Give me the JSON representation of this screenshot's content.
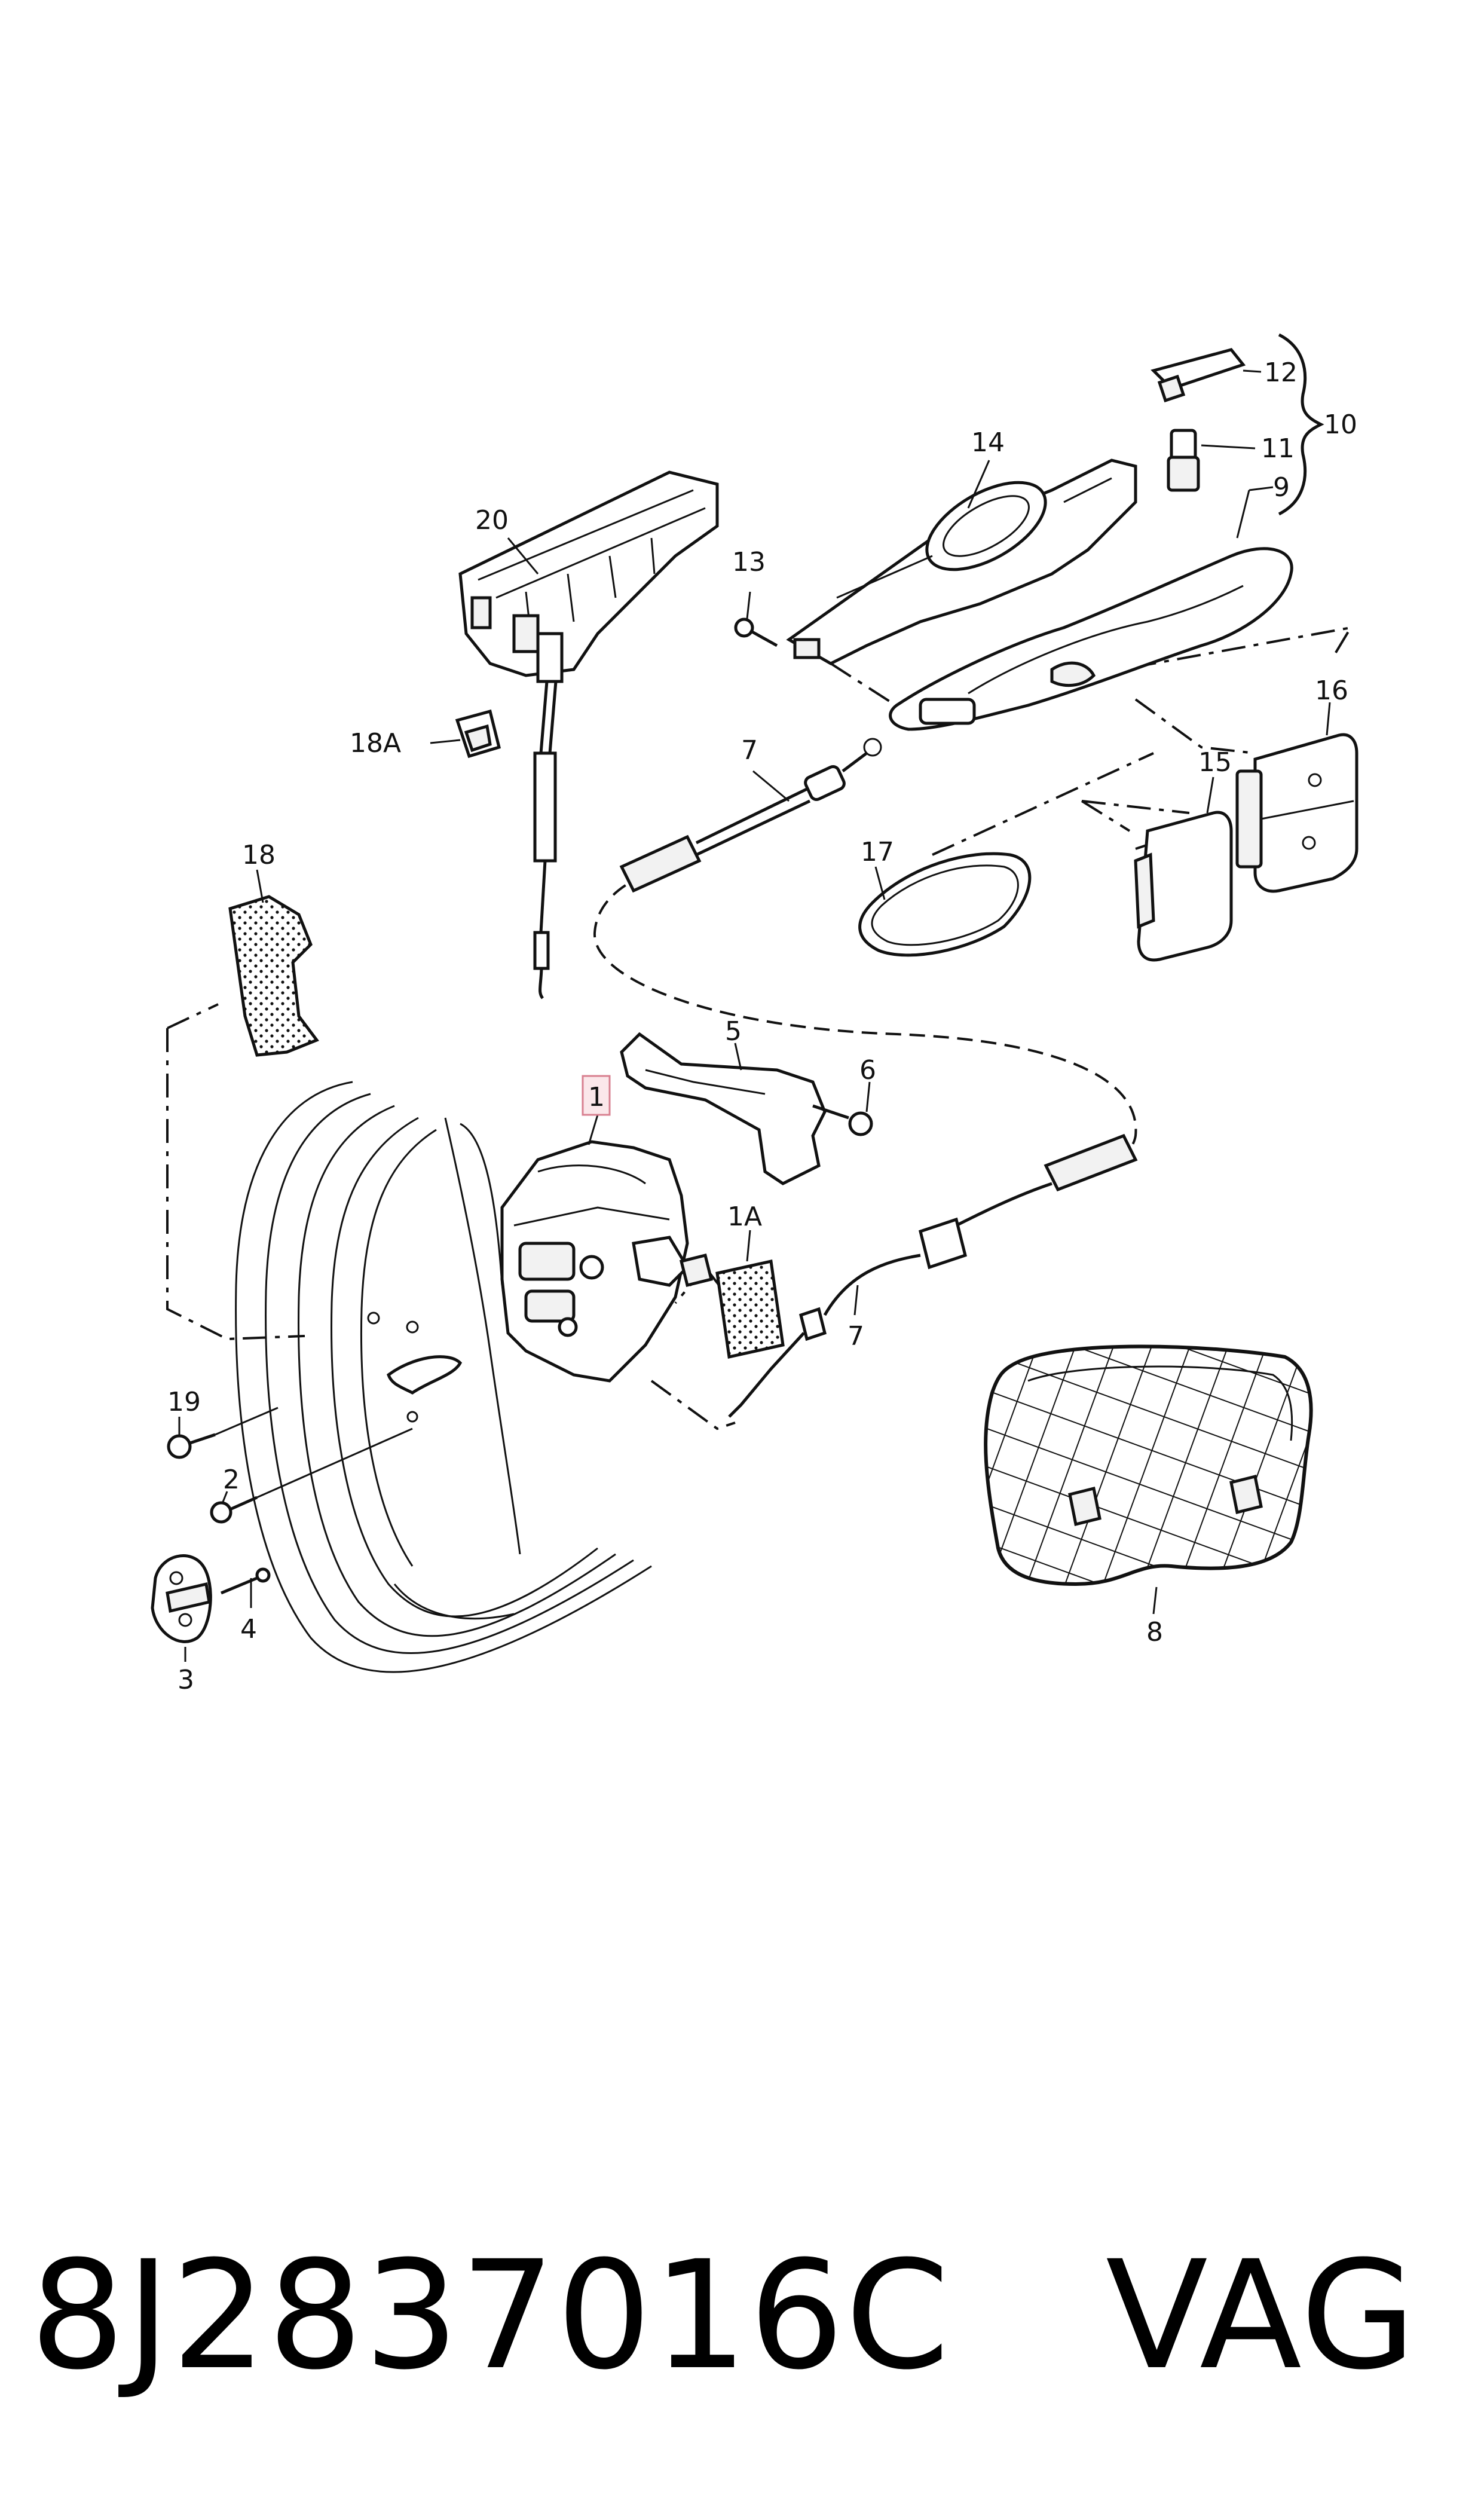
{
  "labels": {
    "p1": "1",
    "p1A": "1A",
    "p2": "2",
    "p3": "3",
    "p4": "4",
    "p5": "5",
    "p6": "6",
    "p7a": "7",
    "p7b": "7",
    "p8": "8",
    "p9": "9",
    "p10": "10",
    "p11": "11",
    "p12": "12",
    "p13": "13",
    "p14": "14",
    "p15": "15",
    "p16": "16",
    "p17": "17",
    "p18": "18",
    "p18A": "18A",
    "p19": "19",
    "p20": "20"
  },
  "caption": {
    "part_number": "8J2837016C",
    "brand": "VAG"
  },
  "colors": {
    "line": "#111111",
    "highlight_fill": "#fbe7ea",
    "highlight_stroke": "#d88090"
  }
}
